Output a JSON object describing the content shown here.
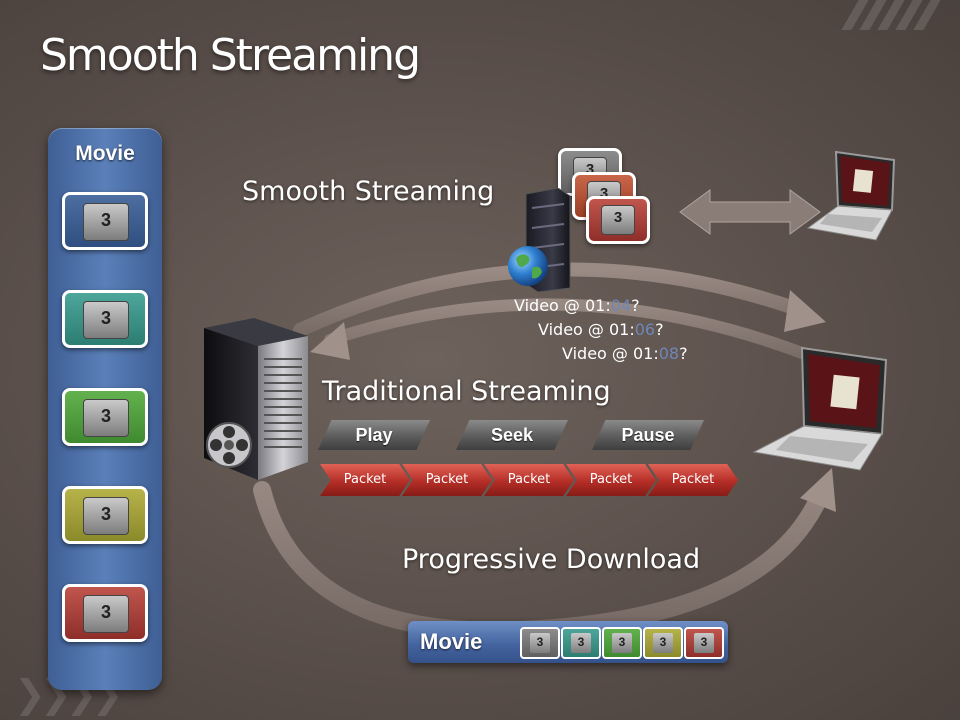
{
  "slide": {
    "title": "Smooth Streaming"
  },
  "movie_column": {
    "label": "Movie",
    "chunks": [
      {
        "number": "3",
        "color": "#3f5f95"
      },
      {
        "number": "3",
        "color": "#2c7d72"
      },
      {
        "number": "3",
        "color": "#3f8a2f"
      },
      {
        "number": "3",
        "color": "#8b8a2a"
      },
      {
        "number": "3",
        "color": "#8f2e29"
      }
    ]
  },
  "smooth_streaming": {
    "label": "Smooth Streaming",
    "chunks": [
      {
        "number": "3",
        "color": "#6f6f6f"
      },
      {
        "number": "3",
        "color": "#b5482c"
      },
      {
        "number": "3",
        "color": "#b74a43"
      }
    ],
    "requests": [
      {
        "prefix": "Video @ 01:",
        "time": "04",
        "suffix": "?"
      },
      {
        "prefix": "Video @ 01:",
        "time": "06",
        "suffix": "?"
      },
      {
        "prefix": "Video @ 01:",
        "time": "08",
        "suffix": "?"
      }
    ]
  },
  "traditional_streaming": {
    "label": "Traditional Streaming",
    "commands": [
      "Play",
      "Seek",
      "Pause"
    ],
    "packets": [
      "Packet",
      "Packet",
      "Packet",
      "Packet",
      "Packet"
    ]
  },
  "progressive_download": {
    "label": "Progressive Download",
    "movie_bar": {
      "label": "Movie",
      "chunks": [
        {
          "number": "3",
          "color": "#7a7a7a"
        },
        {
          "number": "3",
          "color": "#2c7d72"
        },
        {
          "number": "3",
          "color": "#3f8a2f"
        },
        {
          "number": "3",
          "color": "#8b8a2a"
        },
        {
          "number": "3",
          "color": "#8f2e29"
        }
      ]
    }
  },
  "colors": {
    "background": "#5a4f4a",
    "accent_blue": "#4565a0",
    "packet_red": "#b42e27",
    "timecode_blue": "#6f86b8"
  },
  "icons": [
    "film-reel-icon",
    "globe-icon",
    "server-tower-icon",
    "rack-server-icon",
    "laptop-icon",
    "double-arrow-icon"
  ]
}
